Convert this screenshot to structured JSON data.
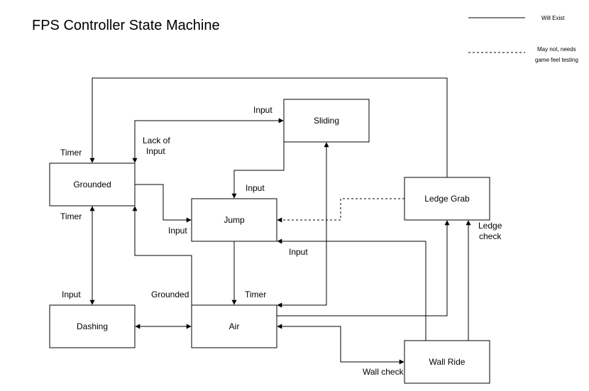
{
  "title": "FPS Controller State Machine",
  "legend": {
    "solid_label": "Will Exist",
    "dashed_label_line1": "May not, needs",
    "dashed_label_line2": "game feel testing"
  },
  "nodes": {
    "grounded": "Grounded",
    "sliding": "Sliding",
    "jump": "Jump",
    "ledge_grab": "Ledge Grab",
    "dashing": "Dashing",
    "air": "Air",
    "wall_ride": "Wall Ride"
  },
  "labels": {
    "input_to_sliding": "Input",
    "lack_of_input_1": "Lack of",
    "lack_of_input_2": "Input",
    "timer_top": "Timer",
    "input_to_jump_top": "Input",
    "timer_mid": "Timer",
    "input_to_jump_left": "Input",
    "input_from_wall": "Input",
    "ledge_check_1": "Ledge",
    "ledge_check_2": "check",
    "input_to_dashing": "Input",
    "grounded_label": "Grounded",
    "timer_air": "Timer",
    "wall_check": "Wall check"
  }
}
